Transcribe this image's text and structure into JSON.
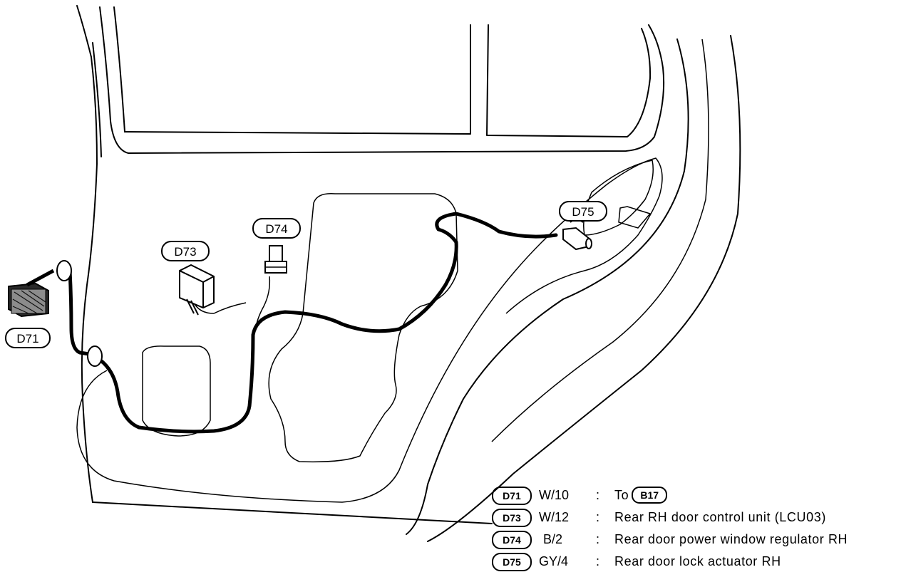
{
  "diagram": {
    "callouts": {
      "d71": "D71",
      "d73": "D73",
      "d74": "D74",
      "d75": "D75"
    }
  },
  "legend": [
    {
      "connector": "D71",
      "wire": "W/10",
      "separator": ":",
      "description": "To",
      "ref": "B17"
    },
    {
      "connector": "D73",
      "wire": "W/12",
      "separator": ":",
      "description": "Rear RH door control unit (LCU03)"
    },
    {
      "connector": "D74",
      "wire": "B/2",
      "separator": ":",
      "description": "Rear door power window regulator RH"
    },
    {
      "connector": "D75",
      "wire": "GY/4",
      "separator": ":",
      "description": "Rear door lock actuator RH"
    }
  ]
}
